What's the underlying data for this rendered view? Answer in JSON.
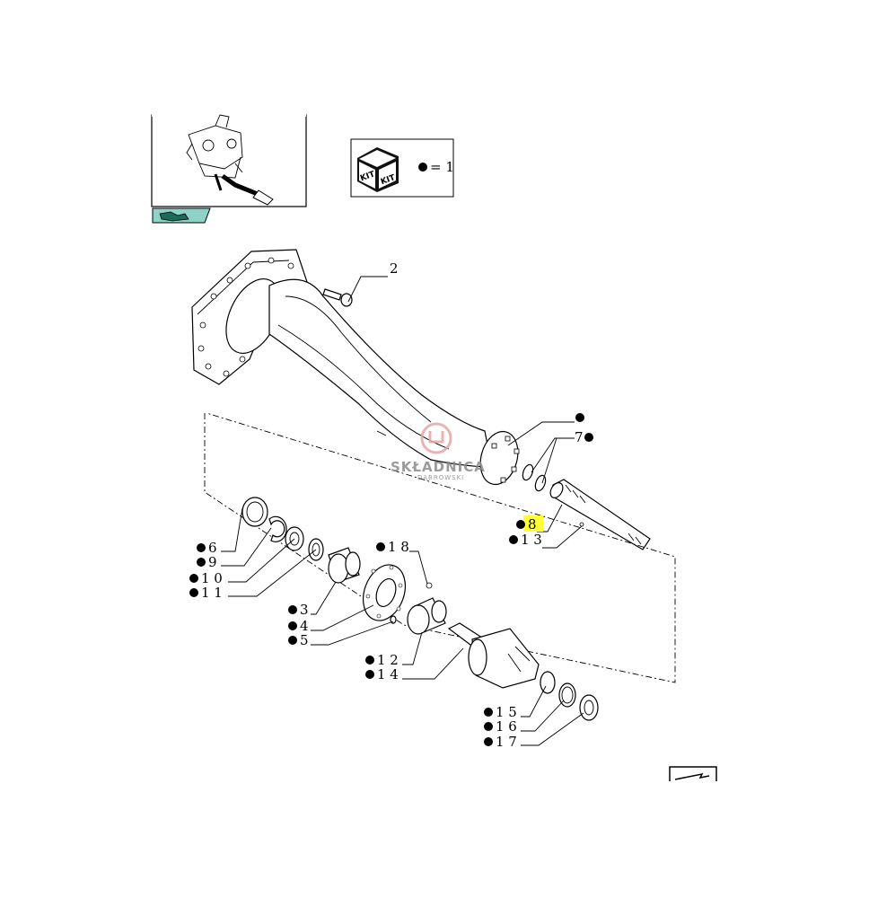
{
  "kit_legend": {
    "kit_text_1": "KIT",
    "kit_text_2": "KIT",
    "equals": "= 1"
  },
  "watermark": {
    "title": "SKŁADNICA",
    "subtitle": "DĄBROWSKI"
  },
  "highlight_color": "#ffff33",
  "callouts": [
    {
      "id": "2",
      "label": "2",
      "bullet": false
    },
    {
      "id": "1",
      "label": "",
      "bullet": true
    },
    {
      "id": "7",
      "label": "7",
      "bullet": true
    },
    {
      "id": "8",
      "label": "8",
      "bullet": true,
      "highlight": true
    },
    {
      "id": "13",
      "label": "1 3",
      "bullet": true
    },
    {
      "id": "6",
      "label": "6",
      "bullet": true
    },
    {
      "id": "9",
      "label": "9",
      "bullet": true
    },
    {
      "id": "10",
      "label": "1 0",
      "bullet": true
    },
    {
      "id": "11",
      "label": "1 1",
      "bullet": true
    },
    {
      "id": "18",
      "label": "1 8",
      "bullet": true
    },
    {
      "id": "3",
      "label": "3",
      "bullet": true
    },
    {
      "id": "4",
      "label": "4",
      "bullet": true
    },
    {
      "id": "5",
      "label": "5",
      "bullet": true
    },
    {
      "id": "12",
      "label": "1 2",
      "bullet": true
    },
    {
      "id": "14",
      "label": "1 4",
      "bullet": true
    },
    {
      "id": "15",
      "label": "1 5",
      "bullet": true
    },
    {
      "id": "16",
      "label": "1 6",
      "bullet": true
    },
    {
      "id": "17",
      "label": "1 7",
      "bullet": true
    }
  ],
  "icons": [
    "overview-thumbnail",
    "kit-box-icon",
    "next-page-icon"
  ]
}
